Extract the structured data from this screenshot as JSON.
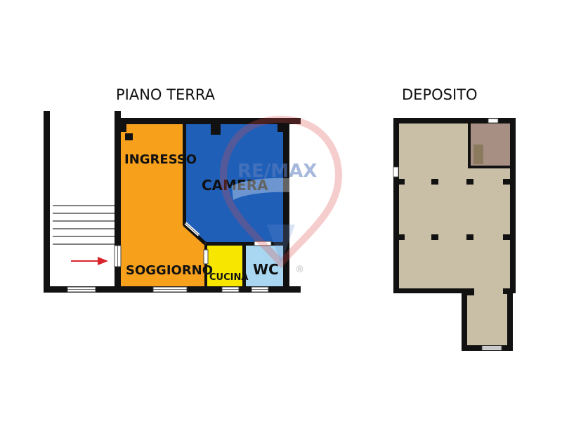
{
  "titles": {
    "ground_floor": "PIANO TERRA",
    "storage": "DEPOSITO"
  },
  "rooms": {
    "ingresso": "INGRESSO",
    "camera": "CAMERA",
    "soggiorno": "SOGGIORNO",
    "cucina": "CUCINA",
    "wc": "WC"
  },
  "watermark": {
    "brand": "RE/MAX",
    "registered": "®"
  },
  "colors": {
    "wall": "#111111",
    "living": "#f6a01c",
    "bedroom": "#1f5fb8",
    "kitchen": "#f7e600",
    "bathroom": "#a9d7f2",
    "storage_floor": "#c8bfa6",
    "storage_room": "#a88f84",
    "arrow": "#d9242b",
    "watermark_red": "#e04b4b",
    "watermark_blue": "#6b8fd0"
  },
  "icons": {
    "entrance": "red-arrow-icon",
    "logo": "remax-balloon-icon"
  }
}
